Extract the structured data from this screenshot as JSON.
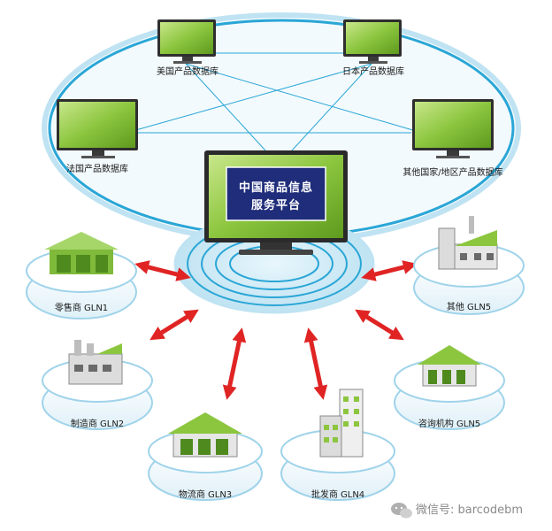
{
  "databases": {
    "usa": "美国产品数据库",
    "japan": "日本产品数据库",
    "france": "法国产品数据库",
    "other": "其他国家/地区产品数据库"
  },
  "center": {
    "line1": "中国商品信息",
    "line2": "服务平台"
  },
  "nodes": {
    "retailer": "零售商 GLN1",
    "manufacturer": "制造商 GLN2",
    "logistics": "物流商 GLN3",
    "wholesaler": "批发商 GLN4",
    "consulting": "咨询机构 GLN5",
    "other": "其他 GLN5"
  },
  "watermark": {
    "text": "微信号: barcodebm",
    "icon": "wechat-icon"
  },
  "colors": {
    "ring": "#2aa6d6",
    "screen": "#8cc63f",
    "screen_dark": "#5e9a1e",
    "arrow": "#e02424",
    "center_panel": "#1f2d7a"
  }
}
